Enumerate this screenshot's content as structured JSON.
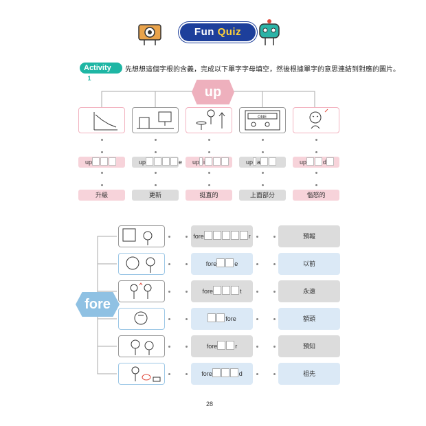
{
  "header": {
    "title_fun": "Fun",
    "title_quiz": "Quiz"
  },
  "activity": {
    "badge": "Activity",
    "number": "1",
    "instruction": "先想想這個字根的含義，完成以下單字字母填空，然後根據單字的意思連結到對應的圖片。"
  },
  "up_section": {
    "root": "up",
    "pictures": [
      "graph-icon",
      "computer-icon",
      "sitting-person-icon",
      "building-icon",
      "angry-person-icon"
    ],
    "word_prefixes": [
      "up",
      "up",
      "up",
      "up",
      "up"
    ],
    "word_letters": [
      "",
      "e",
      "i",
      "a",
      "d"
    ],
    "meanings": [
      "升級",
      "更新",
      "挺直的",
      "上面部分",
      "惱怒的"
    ]
  },
  "fore_section": {
    "root": "fore",
    "words": [
      {
        "pre": "fore",
        "post": "r"
      },
      {
        "pre": "fore",
        "post": "e"
      },
      {
        "pre": "fore",
        "post": "t"
      },
      {
        "pre": "",
        "post": "fore"
      },
      {
        "pre": "fore",
        "post": "r"
      },
      {
        "pre": "fore",
        "post": "d"
      }
    ],
    "meanings": [
      "預報",
      "以前",
      "永遠",
      "額頭",
      "預知",
      "祖先"
    ]
  },
  "page_number": "28",
  "colors": {
    "pink": "#f7d3da",
    "blue": "#dbe9f6",
    "teal": "#1eb6a4",
    "navy": "#1d3f9b"
  }
}
